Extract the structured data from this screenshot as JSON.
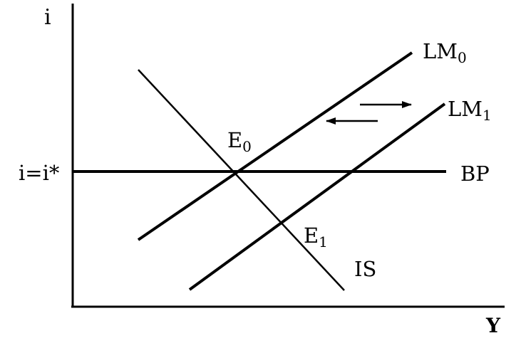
{
  "diagram": {
    "axes": {
      "y_label": "i",
      "x_label": "Y",
      "y_tick_label": "i=i*"
    },
    "curves": {
      "lm0": {
        "label": "LM",
        "sub": "0"
      },
      "lm1": {
        "label": "LM",
        "sub": "1"
      },
      "bp": {
        "label": "BP"
      },
      "is": {
        "label": "IS"
      }
    },
    "points": {
      "e0": {
        "label": "E",
        "sub": "0"
      },
      "e1": {
        "label": "E",
        "sub": "1"
      }
    },
    "arrows": [
      {
        "direction": "right"
      },
      {
        "direction": "left"
      }
    ]
  }
}
